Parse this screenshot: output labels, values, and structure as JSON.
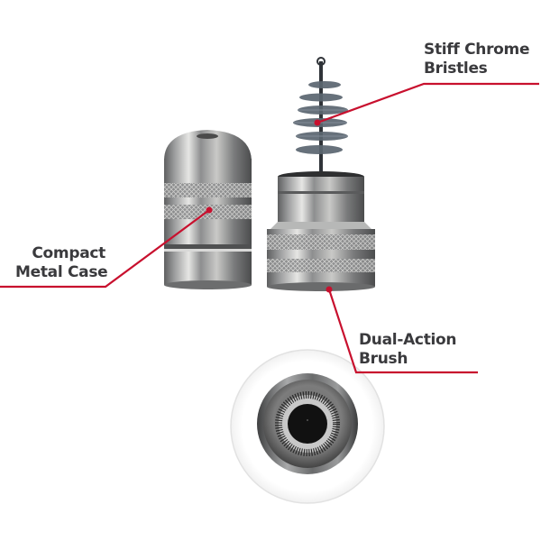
{
  "image": {
    "description": "Product infographic of a compact metal-cased dual-action cleaning brush with callouts",
    "background": "#ffffff",
    "accent_color": "#c8102e",
    "text_color": "#3a3a3d"
  },
  "callouts": [
    {
      "id": "bristles",
      "line1": "Stiff Chrome",
      "line2": "Bristles"
    },
    {
      "id": "case",
      "line1": "Compact",
      "line2": "Metal Case"
    },
    {
      "id": "brush",
      "line1": "Dual-Action",
      "line2": "Brush"
    }
  ],
  "inset": {
    "subject": "bottom view of brush end showing circular bristle ring"
  }
}
